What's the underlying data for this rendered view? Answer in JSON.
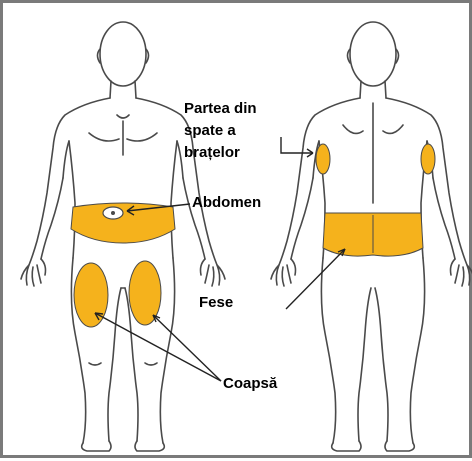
{
  "colors": {
    "body_outline": "#4a4a4a",
    "injection_zone": "#f5b21c",
    "arrow": "#222222",
    "frame_border": "#7a7a7a"
  },
  "labels": {
    "upper_arms": "Partea din\nspate a\nbrațelor",
    "abdomen": "Abdomen",
    "glutes": "Fese",
    "thighs": "Coapsă"
  }
}
